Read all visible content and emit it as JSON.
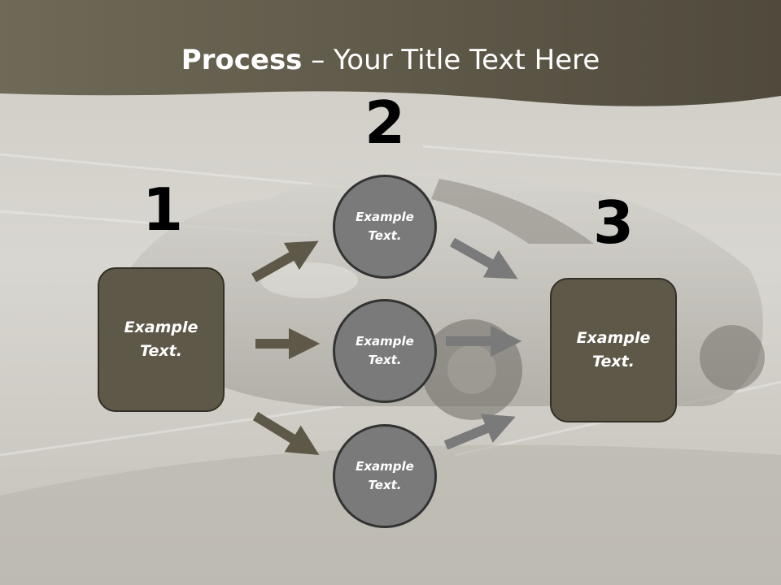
{
  "title": {
    "bold": "Process",
    "rest": " – Your Title Text Here"
  },
  "steps": {
    "one": "1",
    "two": "2",
    "three": "3"
  },
  "boxes": {
    "left": "Example\nText.",
    "right": "Example\nText."
  },
  "circles": {
    "top": "Example\nText.",
    "middle": "Example\nText.",
    "bottom": "Example\nText."
  },
  "colors": {
    "header": "#5e5848",
    "box": "#5e5848",
    "circle": "#7a7a7a",
    "arrow_left": "#5e5848",
    "arrow_right": "#7a7a7a"
  }
}
